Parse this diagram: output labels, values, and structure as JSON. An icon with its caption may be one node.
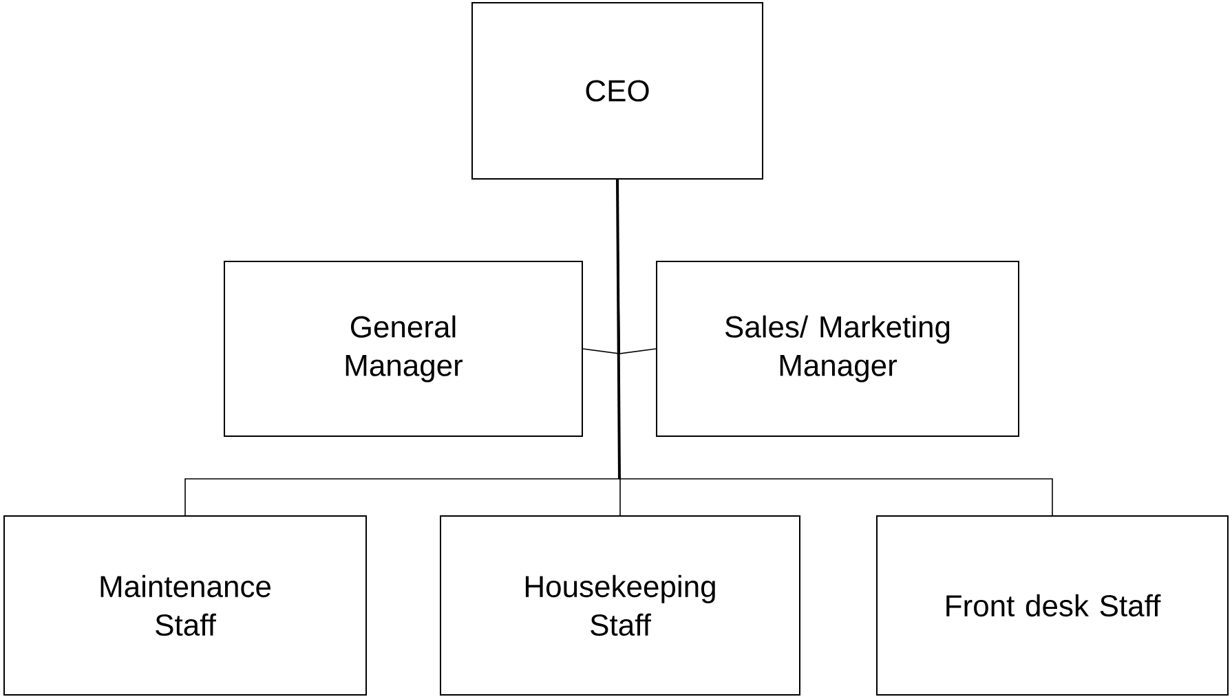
{
  "diagram": {
    "nodes": [
      {
        "text": [
          "CEO"
        ]
      },
      {
        "text": [
          "General Manager"
        ]
      },
      {
        "text": [
          "Sales/ Marketing Manager"
        ]
      },
      {
        "text": [
          "Maintenance Staff"
        ]
      },
      {
        "text": [
          "Housekeeping Staff"
        ]
      },
      {
        "text": [
          "Front desk Staff"
        ]
      }
    ],
    "edges": [
      {
        "from": 0,
        "to": 1,
        "arrow": "none"
      },
      {
        "from": 0,
        "to": 2,
        "arrow": "none"
      },
      {
        "from": 0,
        "to": 3,
        "arrow": "none"
      },
      {
        "from": 0,
        "to": 4,
        "arrow": "none"
      },
      {
        "from": 0,
        "to": 5,
        "arrow": "none"
      }
    ]
  }
}
